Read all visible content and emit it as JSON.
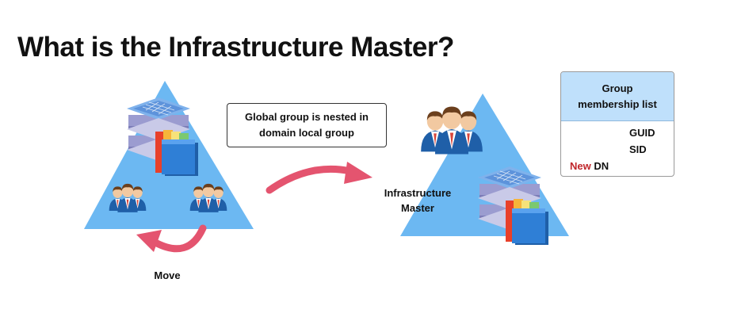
{
  "title": "What is the Infrastructure Master?",
  "callout": {
    "line1": "Global group is nested in",
    "line2": "domain local group"
  },
  "labels": {
    "move": "Move",
    "infra_line1": "Infrastructure",
    "infra_line2": "Master"
  },
  "membership_list": {
    "header_line1": "Group",
    "header_line2": "membership list",
    "guid": "GUID",
    "sid": "SID",
    "dn_prefix": "New",
    "dn": "DN"
  },
  "colors": {
    "triangle": "#6cb8f2",
    "arrow": "#e4546f",
    "header_fill": "#bfe0fb",
    "highlight_text": "#c0262b",
    "person_suit": "#1f5fa8",
    "server_top": "#7fb2ec",
    "server_side": "#a7a8d6"
  },
  "icons": {
    "server": "server-stack-icon",
    "folders": "folders-icon",
    "people": "user-group-icon"
  }
}
